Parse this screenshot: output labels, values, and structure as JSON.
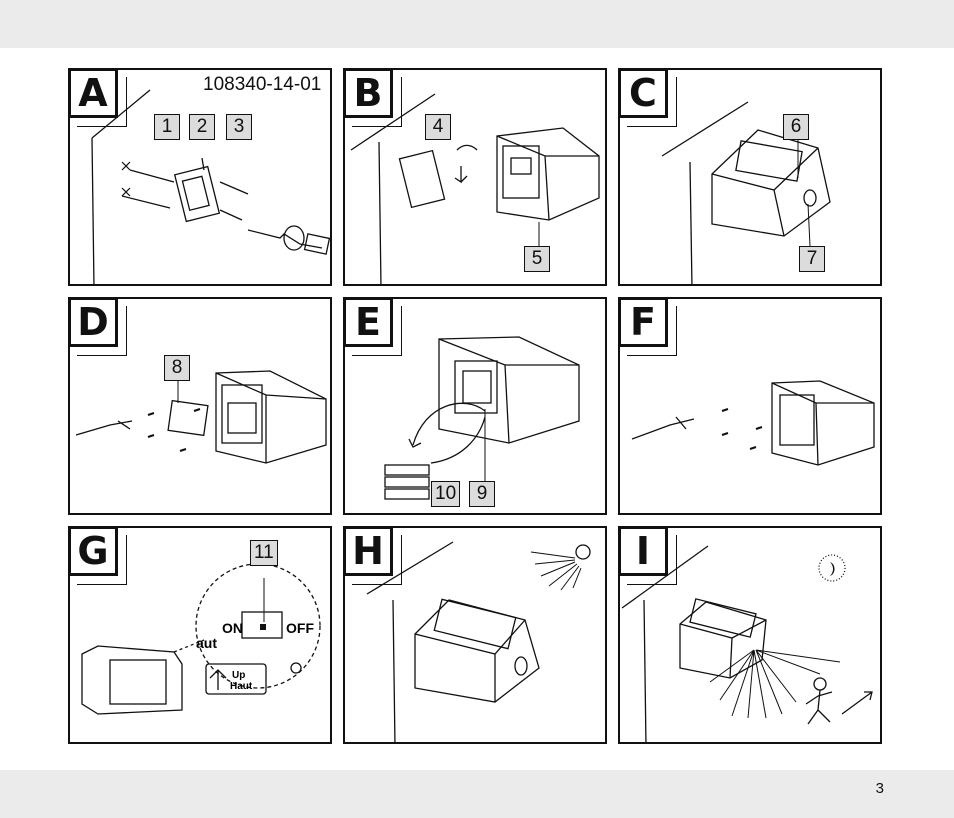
{
  "document": {
    "model_code": "108340-14-01",
    "page_number": "3"
  },
  "panels": [
    {
      "letter": "A",
      "callouts": [
        "1",
        "2",
        "3"
      ]
    },
    {
      "letter": "B",
      "callouts": [
        "4",
        "5"
      ]
    },
    {
      "letter": "C",
      "callouts": [
        "6",
        "7"
      ]
    },
    {
      "letter": "D",
      "callouts": [
        "8"
      ]
    },
    {
      "letter": "E",
      "callouts": [
        "10",
        "9"
      ]
    },
    {
      "letter": "F",
      "callouts": []
    },
    {
      "letter": "G",
      "callouts": [
        "11"
      ],
      "switch_labels": {
        "on": "ON",
        "off": "OFF",
        "up": "Up",
        "haut": "Haut",
        "aut": "aut"
      }
    },
    {
      "letter": "H",
      "callouts": []
    },
    {
      "letter": "I",
      "callouts": []
    }
  ]
}
